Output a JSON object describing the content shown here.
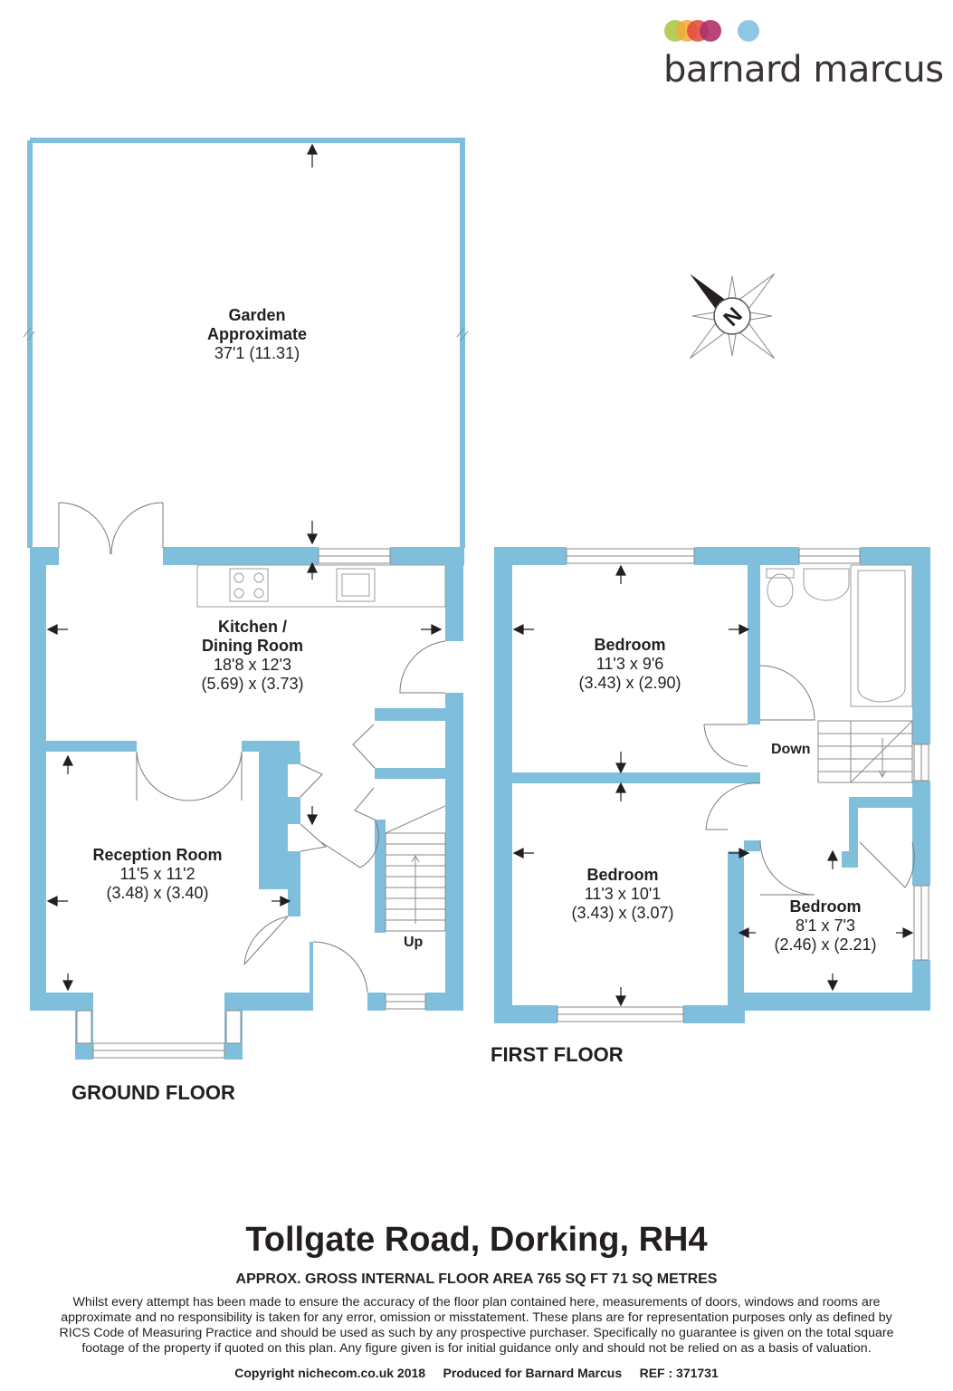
{
  "brand": {
    "name": "barnard marcus",
    "dot_colors": [
      "#a8c43c",
      "#f2a93b",
      "#e0483e",
      "#b0306a",
      "#8ec8e4"
    ]
  },
  "colors": {
    "wall": "#7fbfdc",
    "text": "#231f20",
    "fixture": "#9b9b9b"
  },
  "ground_floor": {
    "label": "GROUND FLOOR",
    "rooms": {
      "garden": {
        "name_line1": "Garden",
        "name_line2": "Approximate",
        "size": "37'1 (11.31)"
      },
      "kitchen": {
        "name_line1": "Kitchen /",
        "name_line2": "Dining Room",
        "size_imperial": "18'8 x 12'3",
        "size_metric": "(5.69) x (3.73)"
      },
      "reception": {
        "name": "Reception Room",
        "size_imperial": "11'5 x 11'2",
        "size_metric": "(3.48) x (3.40)"
      }
    },
    "stairs_label": "Up"
  },
  "first_floor": {
    "label": "FIRST FLOOR",
    "rooms": {
      "bedroom1": {
        "name": "Bedroom",
        "size_imperial": "11'3 x 9'6",
        "size_metric": "(3.43) x (2.90)"
      },
      "bedroom2": {
        "name": "Bedroom",
        "size_imperial": "11'3 x 10'1",
        "size_metric": "(3.43) x (3.07)"
      },
      "bedroom3": {
        "name": "Bedroom",
        "size_imperial": "8'1 x 7'3",
        "size_metric": "(2.46) x (2.21)"
      }
    },
    "stairs_label": "Down"
  },
  "compass": {
    "letter": "N",
    "icon": "compass-rose-icon"
  },
  "footer": {
    "title": "Tollgate Road, Dorking, RH4",
    "area": "APPROX. GROSS INTERNAL FLOOR AREA 765 SQ FT 71 SQ METRES",
    "disclaimer_lines": [
      "Whilst every attempt has been made to ensure the accuracy of the floor plan contained here, measurements of doors, windows and rooms are",
      "approximate and no responsibility is taken for any error, omission or misstatement. These plans are for representation purposes only as defined by",
      "RICS Code of Measuring Practice and should be used as such by any prospective purchaser.  Specifically no guarantee is given on the total square",
      "footage of the property if quoted on this plan. Any figure given is for initial guidance only and should not be relied on as a basis of valuation."
    ],
    "copyright": "Copyright nichecom.co.uk 2018",
    "produced": "Produced for Barnard Marcus",
    "ref": "REF : 371731"
  }
}
